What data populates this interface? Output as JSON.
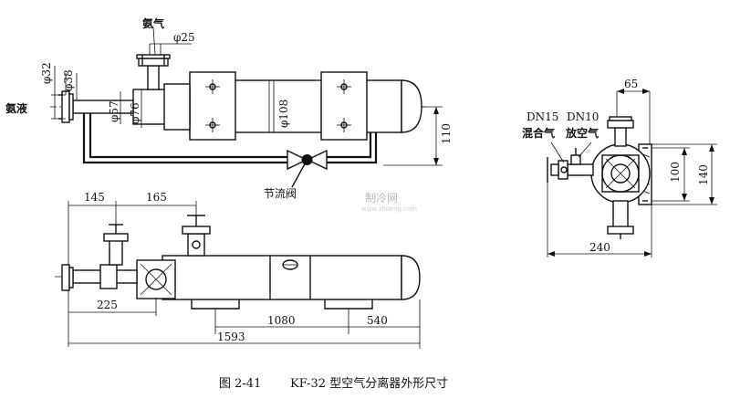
{
  "labels": {
    "ammonia_gas": "氨气",
    "ammonia_liquid": "氨液",
    "throttle_valve": "节流阀",
    "dn15": "DN15",
    "dn10": "DN10",
    "mixed_gas": "混合气",
    "vent_gas": "放空气"
  },
  "dimensions": {
    "phi25": "φ25",
    "phi32": "φ32",
    "phi38": "φ38",
    "phi57": "φ57",
    "phi76": "φ76",
    "phi108": "φ108",
    "d110": "110",
    "d145": "145",
    "d165": "165",
    "d225": "225",
    "d1080": "1080",
    "d540": "540",
    "d1593": "1593",
    "d65": "65",
    "d100": "100",
    "d140": "140",
    "d240": "240"
  },
  "watermark": {
    "text": "制冷网",
    "url": "www.zhileng.com"
  },
  "caption": {
    "figure_no": "图 2-41",
    "title": "KF-32 型空气分离器外形尺寸"
  }
}
